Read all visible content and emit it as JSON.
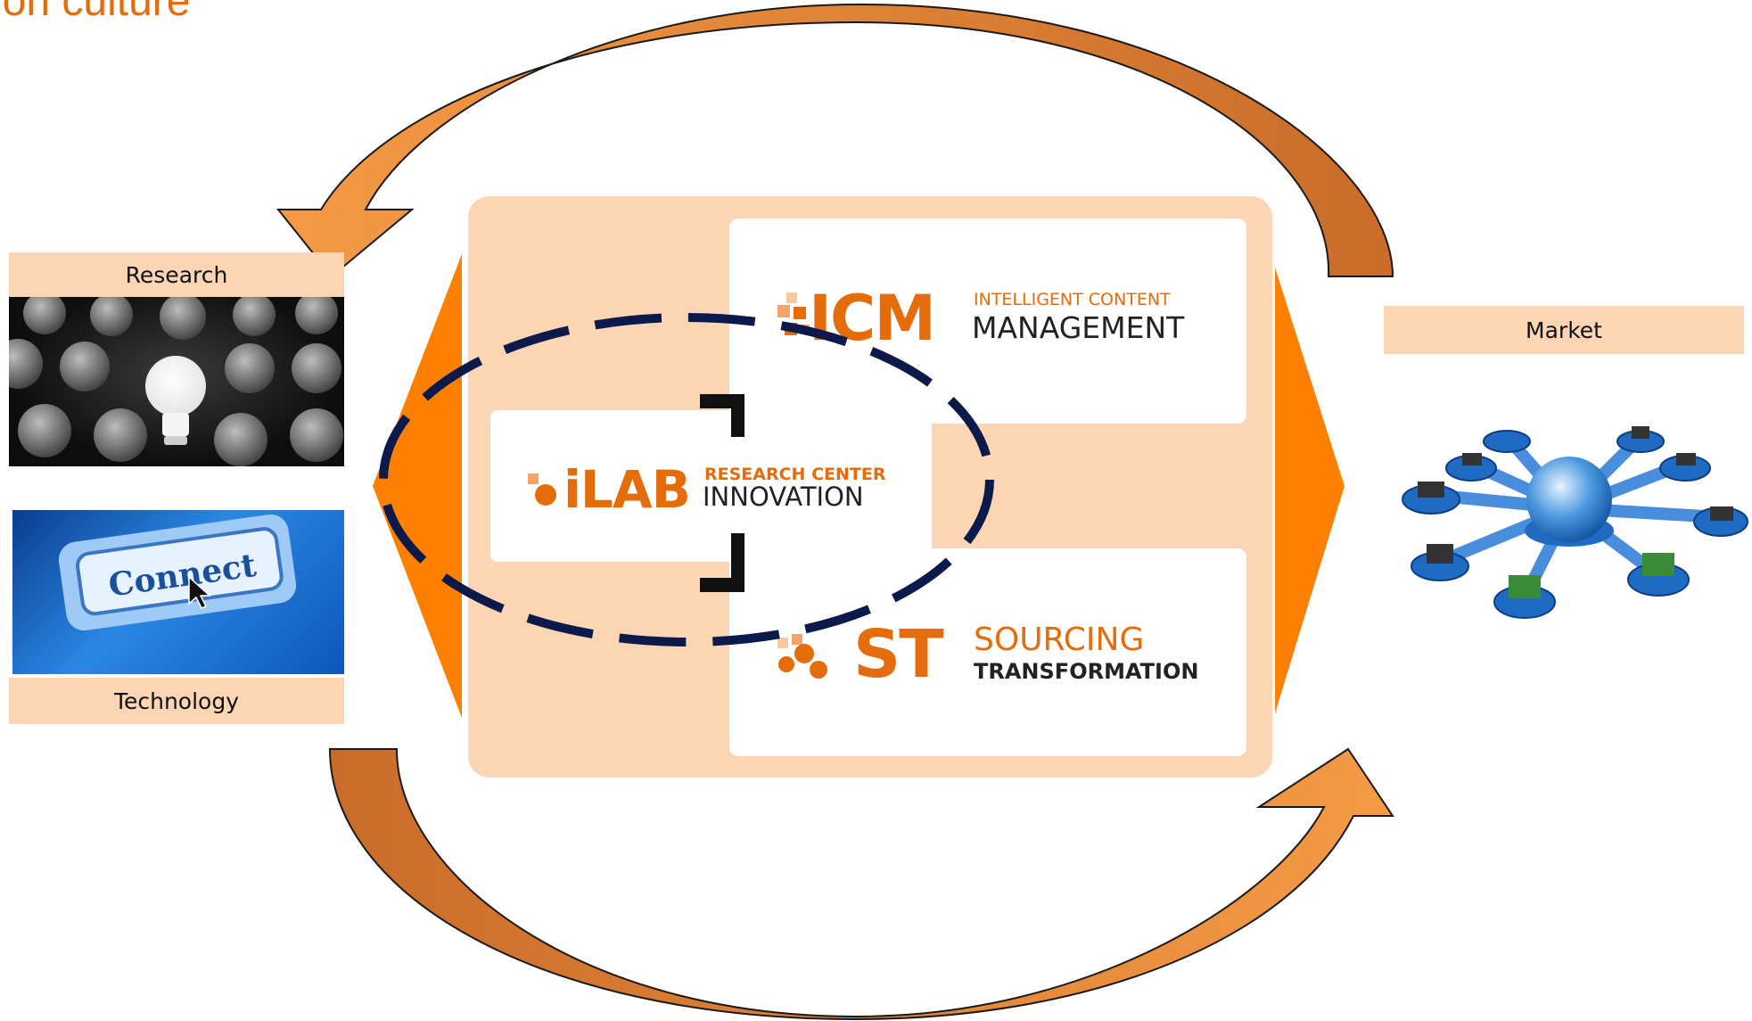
{
  "header": {
    "title": "ion culture"
  },
  "left": {
    "research_label": "Research",
    "technology_label": "Technology",
    "connect_text": "Connect"
  },
  "right": {
    "market_label": "Market"
  },
  "center": {
    "ilab": {
      "name": "iLAB",
      "tagline_top": "RESEARCH CENTER",
      "tagline_bottom": "INNOVATION"
    },
    "icm": {
      "name": "ICM",
      "tagline_top": "INTELLIGENT CONTENT",
      "tagline_bottom": "MANAGEMENT"
    },
    "st": {
      "name": "ST",
      "tagline_top": "SOURCING",
      "tagline_bottom": "TRANSFORMATION"
    }
  },
  "colors": {
    "orange": "#E46C0A",
    "bright_orange": "#FF7F00",
    "arrow_light": "#F59A45",
    "arrow_dark": "#C96C2A",
    "peach": "#FCD5B5",
    "navy": "#0B1A4A"
  },
  "icons": [
    "cycle-arrow-icon",
    "lightbulb-grid-image",
    "connect-button-image",
    "network-globe-image"
  ]
}
